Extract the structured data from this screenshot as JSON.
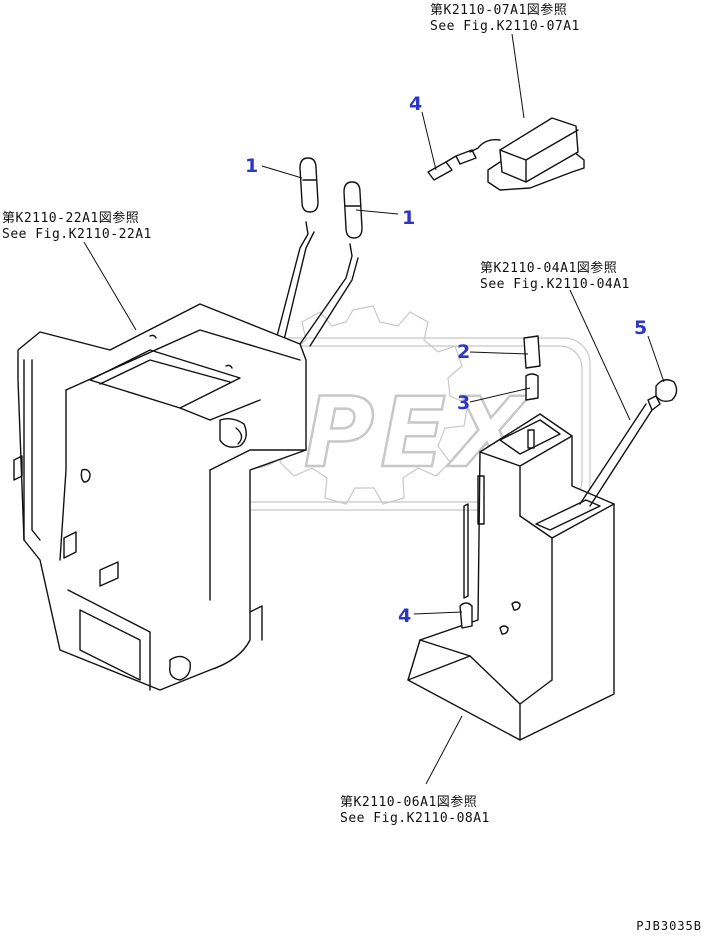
{
  "references": [
    {
      "jp": "第K2110-07A1図参照",
      "en": "See Fig.K2110-07A1"
    },
    {
      "jp": "第K2110-22A1図参照",
      "en": "See Fig.K2110-22A1"
    },
    {
      "jp": "第K2110-04A1図参照",
      "en": "See Fig.K2110-04A1"
    },
    {
      "jp": "第K2110-06A1図参照",
      "en": "See Fig.K2110-08A1"
    }
  ],
  "callouts": [
    "4",
    "1",
    "1",
    "2",
    "3",
    "5",
    "4"
  ],
  "watermark": "OPEX",
  "drawing_code": "PJB3035B",
  "colors": {
    "callout": "#2a37c9",
    "watermark": "#c8c8c8"
  }
}
